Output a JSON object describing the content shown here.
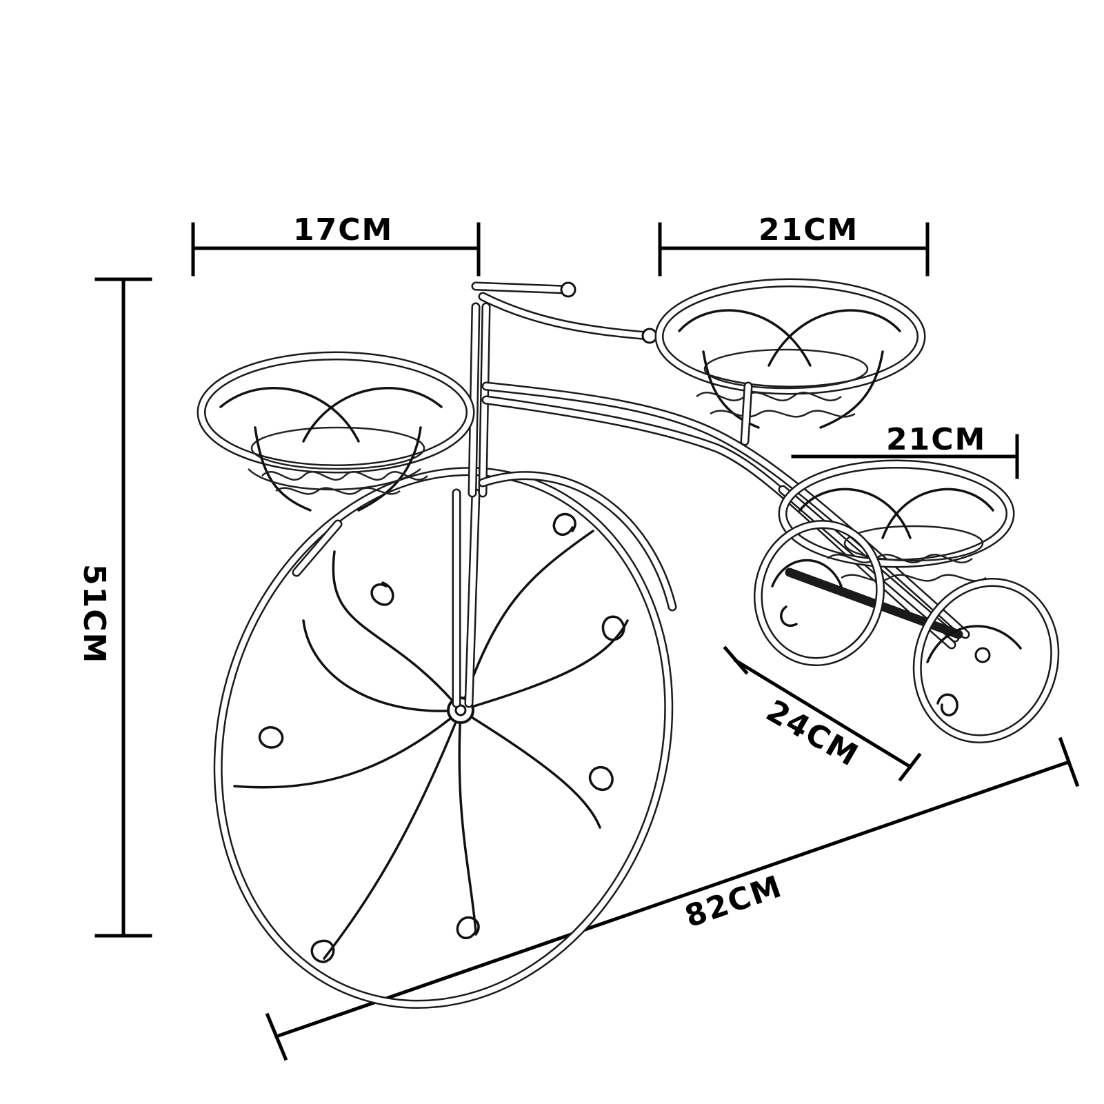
{
  "figure": {
    "subject": "tricycle-plant-stand-icon",
    "dimensions": {
      "left_basket_width": "17CM",
      "middle_basket_width": "21CM",
      "rear_basket_width": "21CM",
      "depth": "24CM",
      "height": "51CM",
      "length": "82CM"
    }
  },
  "colors": {
    "line": "#000000",
    "background": "#ffffff"
  }
}
